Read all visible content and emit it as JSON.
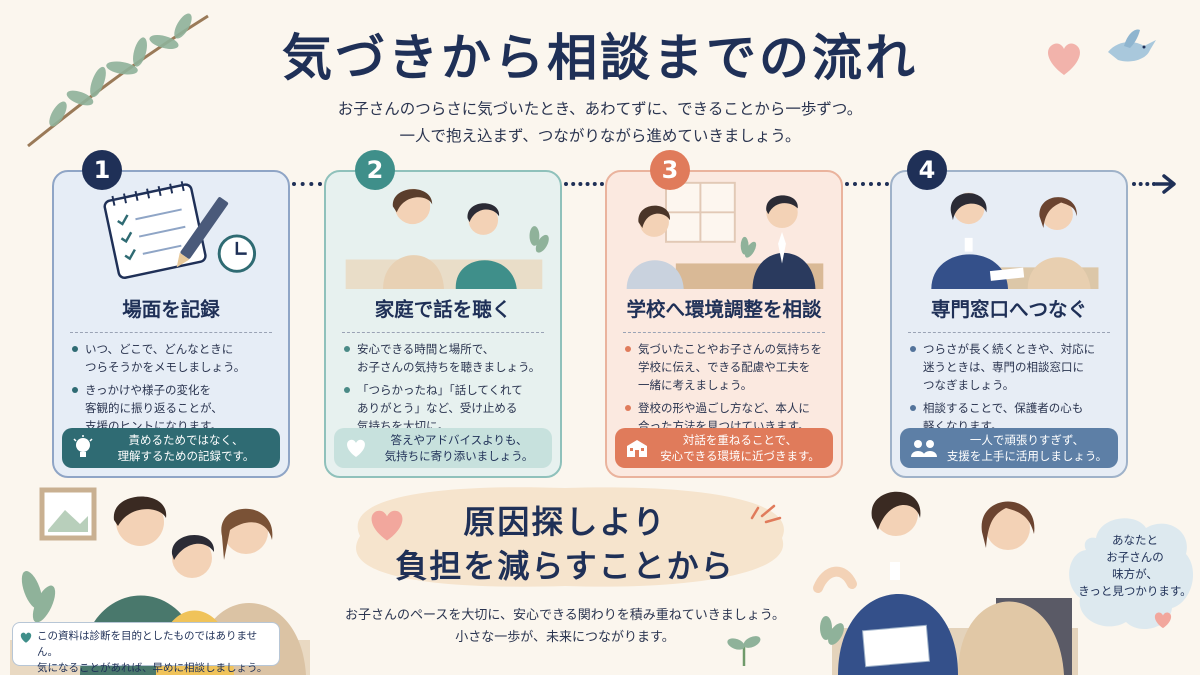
{
  "title": "気づきから相談までの流れ",
  "subtitle": [
    "お子さんのつらさに気づいたとき、あわてずに、できることから一歩ずつ。",
    "一人で抱え込まず、つながりながら進めていきましょう。"
  ],
  "steps": [
    {
      "number": "1",
      "title": "場面を記録",
      "bullets": [
        "いつ、どこで、どんなときに\nつらそうかをメモしましょう。",
        "きっかけや様子の変化を\n客観的に振り返ることが、\n支援のヒントになります。"
      ],
      "banner": "責めるためではなく、\n理解するための記録です。",
      "banner_icon": "lightbulb-icon"
    },
    {
      "number": "2",
      "title": "家庭で話を聴く",
      "bullets": [
        "安心できる時間と場所で、\nお子さんの気持ちを聴きましょう。",
        "「つらかったね」「話してくれて\nありがとう」など、受け止める\n気持ちを大切に。"
      ],
      "banner": "答えやアドバイスよりも、\n気持ちに寄り添いましょう。",
      "banner_icon": "heart-icon"
    },
    {
      "number": "3",
      "title": "学校へ環境調整を相談",
      "bullets": [
        "気づいたことやお子さんの気持ちを\n学校に伝え、できる配慮や工夫を\n一緒に考えましょう。",
        "登校の形や過ごし方など、本人に\n合った方法を見つけていきます。"
      ],
      "banner": "対話を重ねることで、\n安心できる環境に近づきます。",
      "banner_icon": "school-icon"
    },
    {
      "number": "4",
      "title": "専門窓口へつなぐ",
      "bullets": [
        "つらさが長く続くときや、対応に\n迷うときは、専門の相談窓口に\nつなぎましょう。",
        "相談することで、保護者の心も\n軽くなります。"
      ],
      "banner": "一人で頑張りすぎず、\n支援を上手に活用しましょう。",
      "banner_icon": "people-icon"
    }
  ],
  "cta": {
    "heading": [
      "原因探しより",
      "負担を減らすことから"
    ],
    "sub": [
      "お子さんのペースを大切に、安心できる関わりを積み重ねていきましょう。",
      "小さな一歩が、未来につながります。"
    ]
  },
  "note": [
    "この資料は診断を目的としたものではありません。",
    "気になることがあれば、早めに相談しましょう。"
  ],
  "bubble": [
    "あなたと",
    "お子さんの",
    "味方が、",
    "きっと見つかります。"
  ],
  "colors": {
    "navy": "#1f3057",
    "step1": "#1f3057",
    "step2": "#3f8f8a",
    "step3": "#e07b5b",
    "step4": "#1f3057",
    "background": "#fbf6ee"
  }
}
